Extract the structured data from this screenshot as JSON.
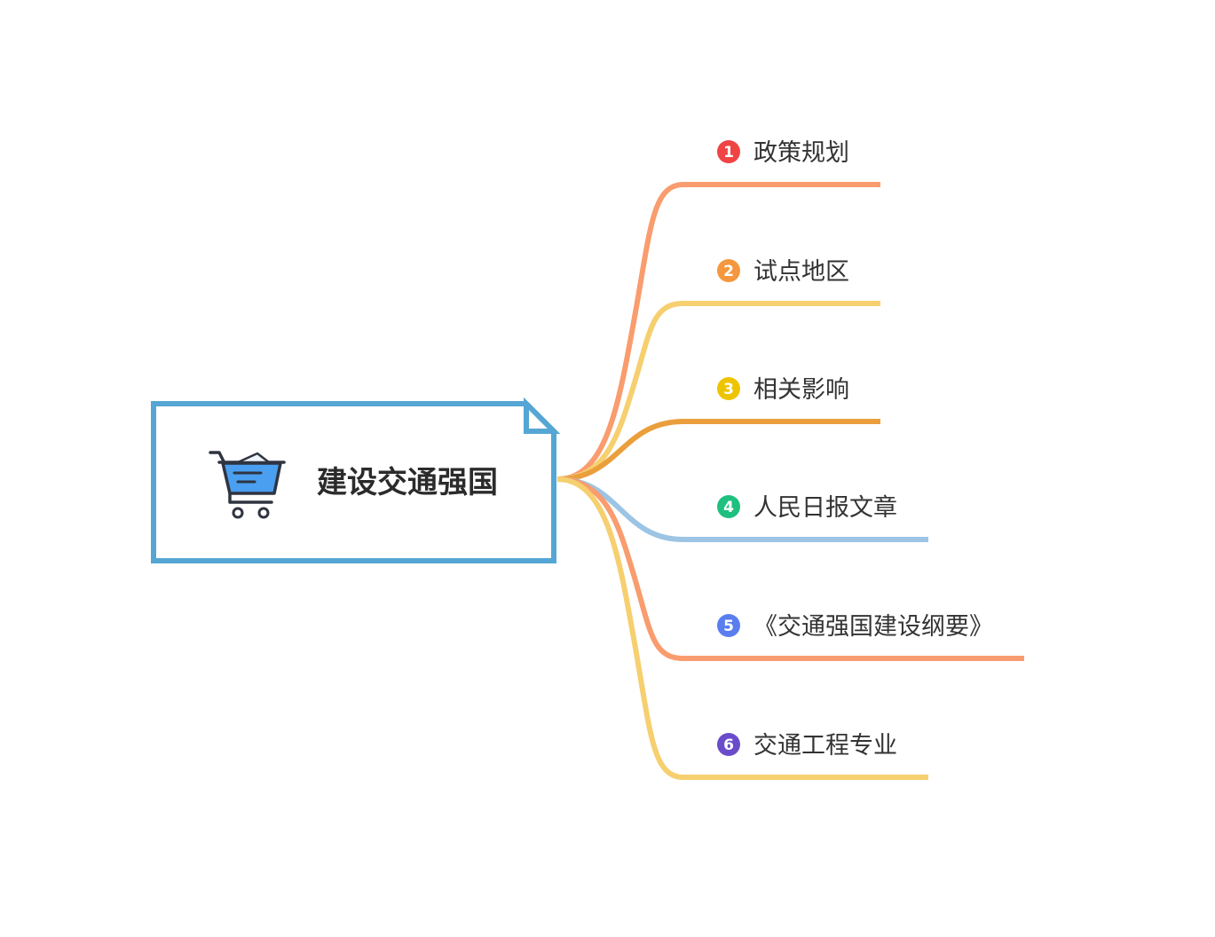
{
  "root": {
    "title": "建设交通强国",
    "icon": "shopping-cart-icon",
    "border_color": "#55a6d4"
  },
  "branches": [
    {
      "num": "1",
      "label": "政策规划",
      "line_color": "#f99c6e",
      "badge_color": "#f04343"
    },
    {
      "num": "2",
      "label": "试点地区",
      "line_color": "#f6cf6f",
      "badge_color": "#f4973f"
    },
    {
      "num": "3",
      "label": "相关影响",
      "line_color": "#ea9f3c",
      "badge_color": "#eec400"
    },
    {
      "num": "4",
      "label": "人民日报文章",
      "line_color": "#9cc4e4",
      "badge_color": "#1fbf7f"
    },
    {
      "num": "5",
      "label": "《交通强国建设纲要》",
      "line_color": "#f99c6e",
      "badge_color": "#5a7ef0"
    },
    {
      "num": "6",
      "label": "交通工程专业",
      "line_color": "#f6cf6f",
      "badge_color": "#6a4ccb"
    }
  ]
}
